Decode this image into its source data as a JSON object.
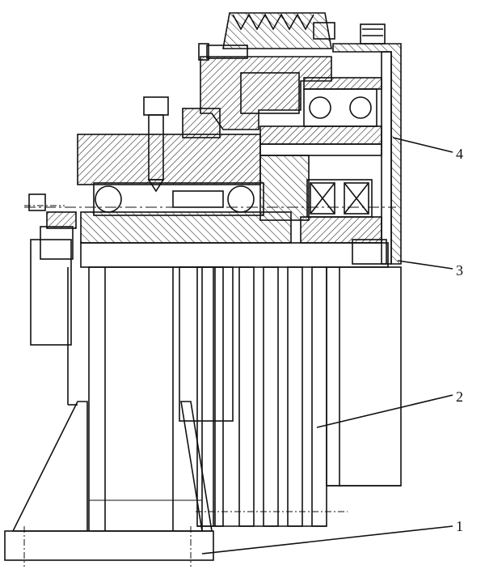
{
  "figure": {
    "callouts": [
      {
        "label": "4"
      },
      {
        "label": "3"
      },
      {
        "label": "2"
      },
      {
        "label": "1"
      }
    ]
  }
}
